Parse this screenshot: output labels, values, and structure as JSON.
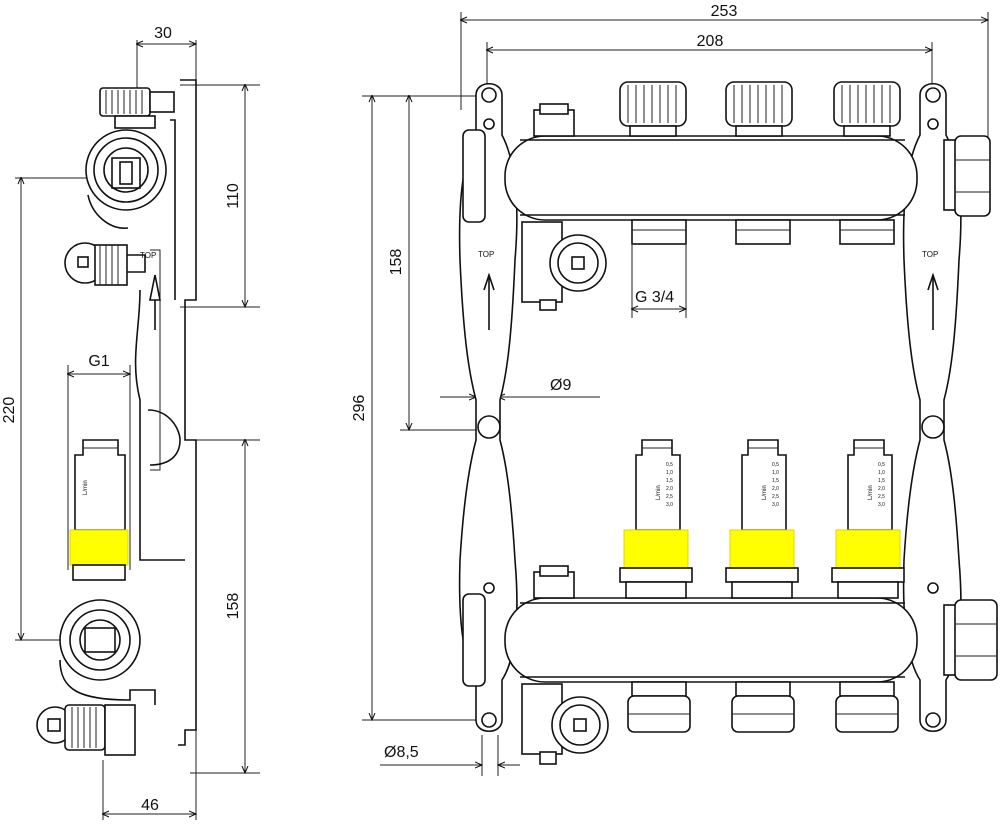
{
  "drawing": {
    "dimensions": {
      "side_width_top": "30",
      "side_height_top": "110",
      "side_total_height": "220",
      "side_thread": "G1",
      "side_height_bottom": "158",
      "side_width_bottom": "46",
      "front_total_width": "253",
      "front_inner_width": "208",
      "front_height": "296",
      "front_height_inner": "158",
      "outlet_thread": "G 3/4",
      "hole_diameter_small": "Ø9",
      "hole_diameter_large": "Ø8,5"
    },
    "labels": {
      "top_marking": "TOP",
      "flowmeter_unit": "L/min",
      "flowmeter_scale": [
        "0,5",
        "1,0",
        "1,5",
        "2,0",
        "2,5",
        "3,0"
      ]
    },
    "colors": {
      "line": "#111111",
      "highlight": "#ffff00"
    }
  }
}
